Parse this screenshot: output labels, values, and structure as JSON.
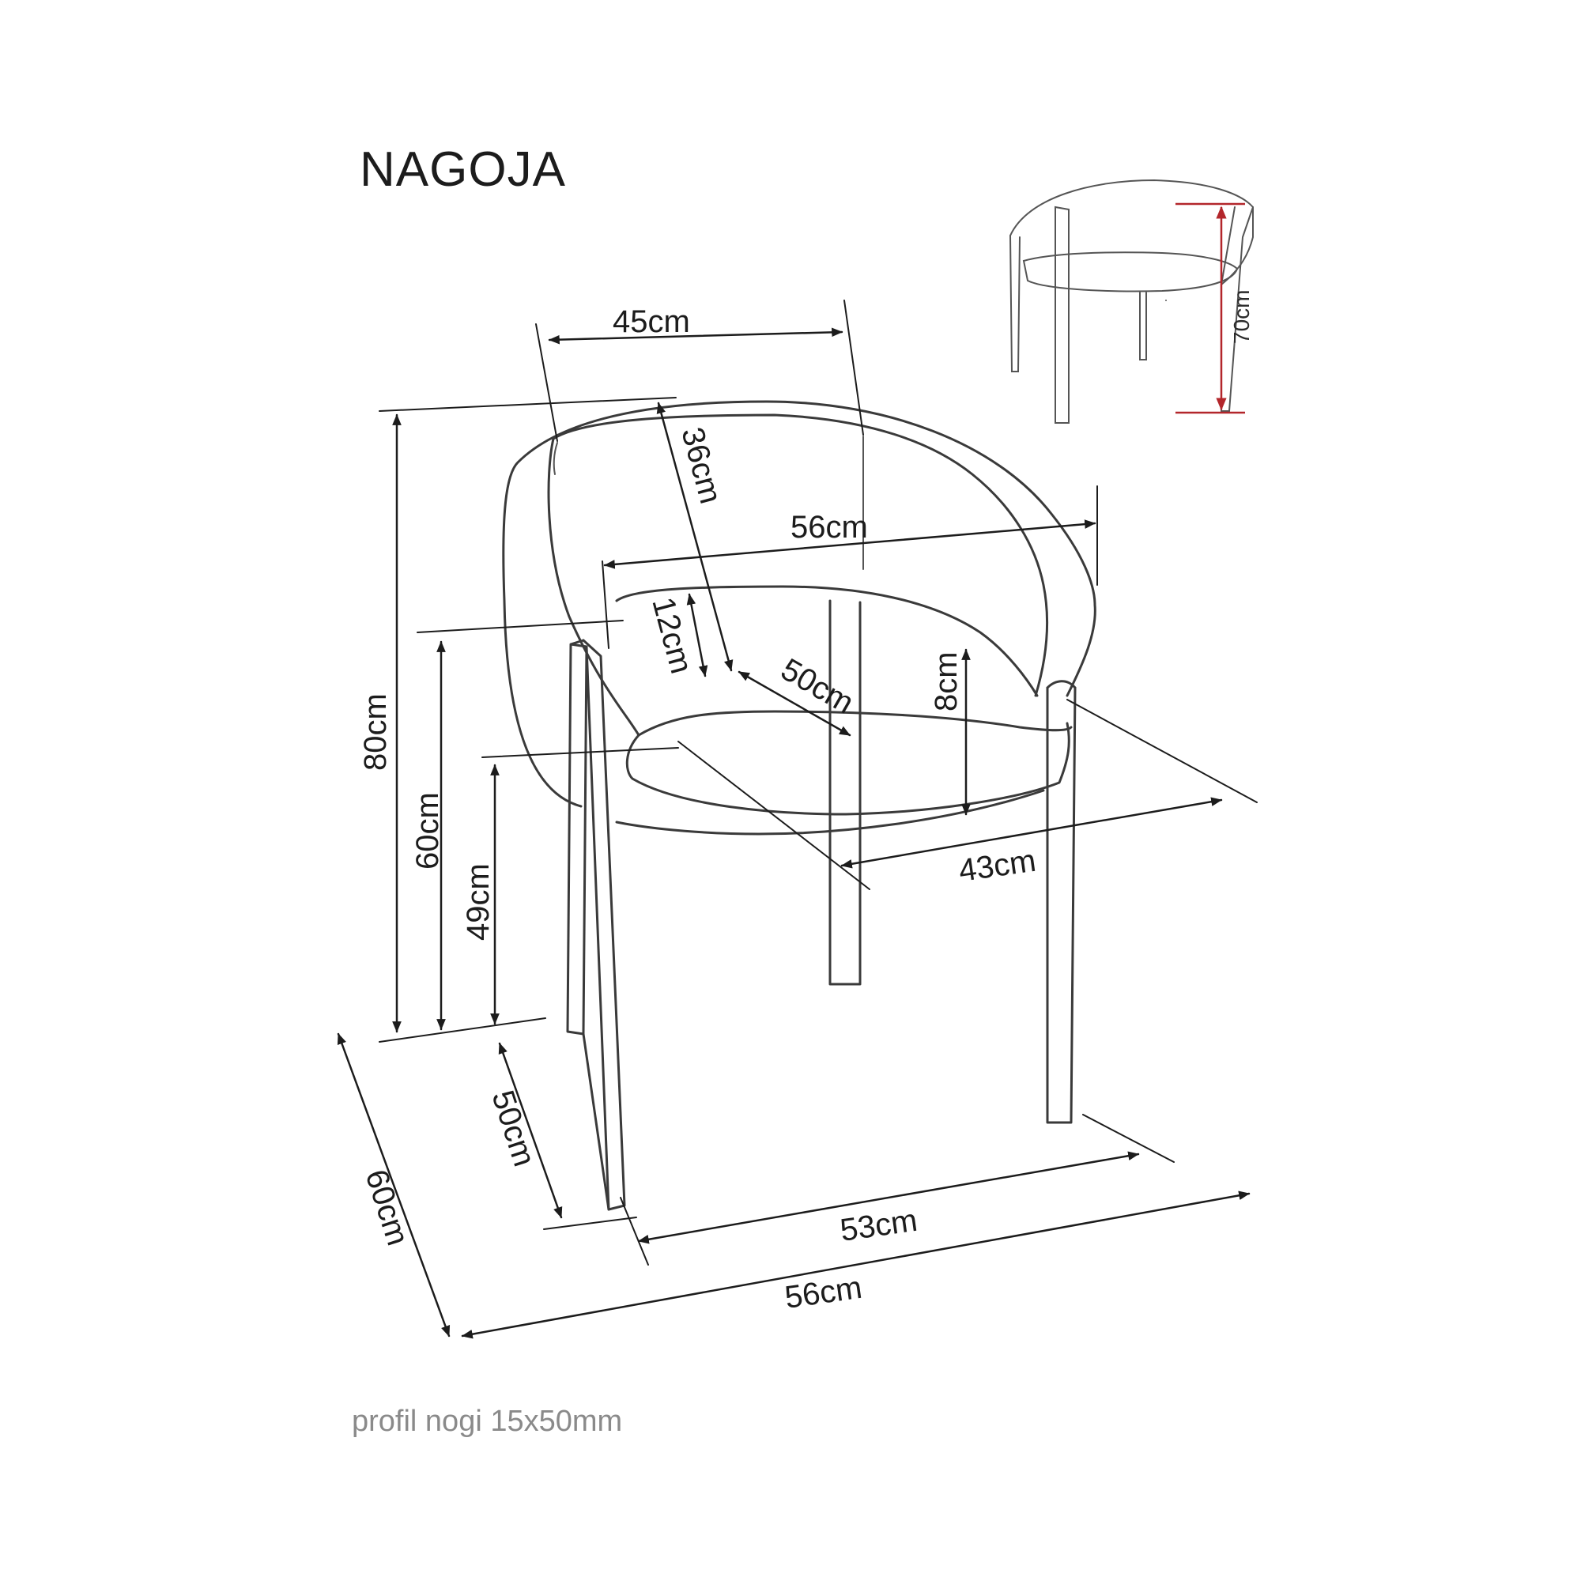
{
  "title": "NAGOJA",
  "footnote": "profil nogi 15x50mm",
  "dimensions": {
    "back_width": "45cm",
    "backrest_height": "36cm",
    "inner_width": "56cm",
    "armrest_gap": "12cm",
    "seat_depth": "50cm",
    "seat_thickness": "8cm",
    "total_height": "80cm",
    "armrest_height": "60cm",
    "seat_height": "49cm",
    "seat_width_front": "43cm",
    "leg_depth": "50cm",
    "total_depth": "60cm",
    "leg_width": "53cm",
    "total_width": "56cm",
    "inset_back_height": "70cm"
  },
  "colors": {
    "line": "#3a3a3a",
    "text": "#1c1c1c",
    "accent": "#b3262b",
    "note": "#8a8a8a"
  }
}
